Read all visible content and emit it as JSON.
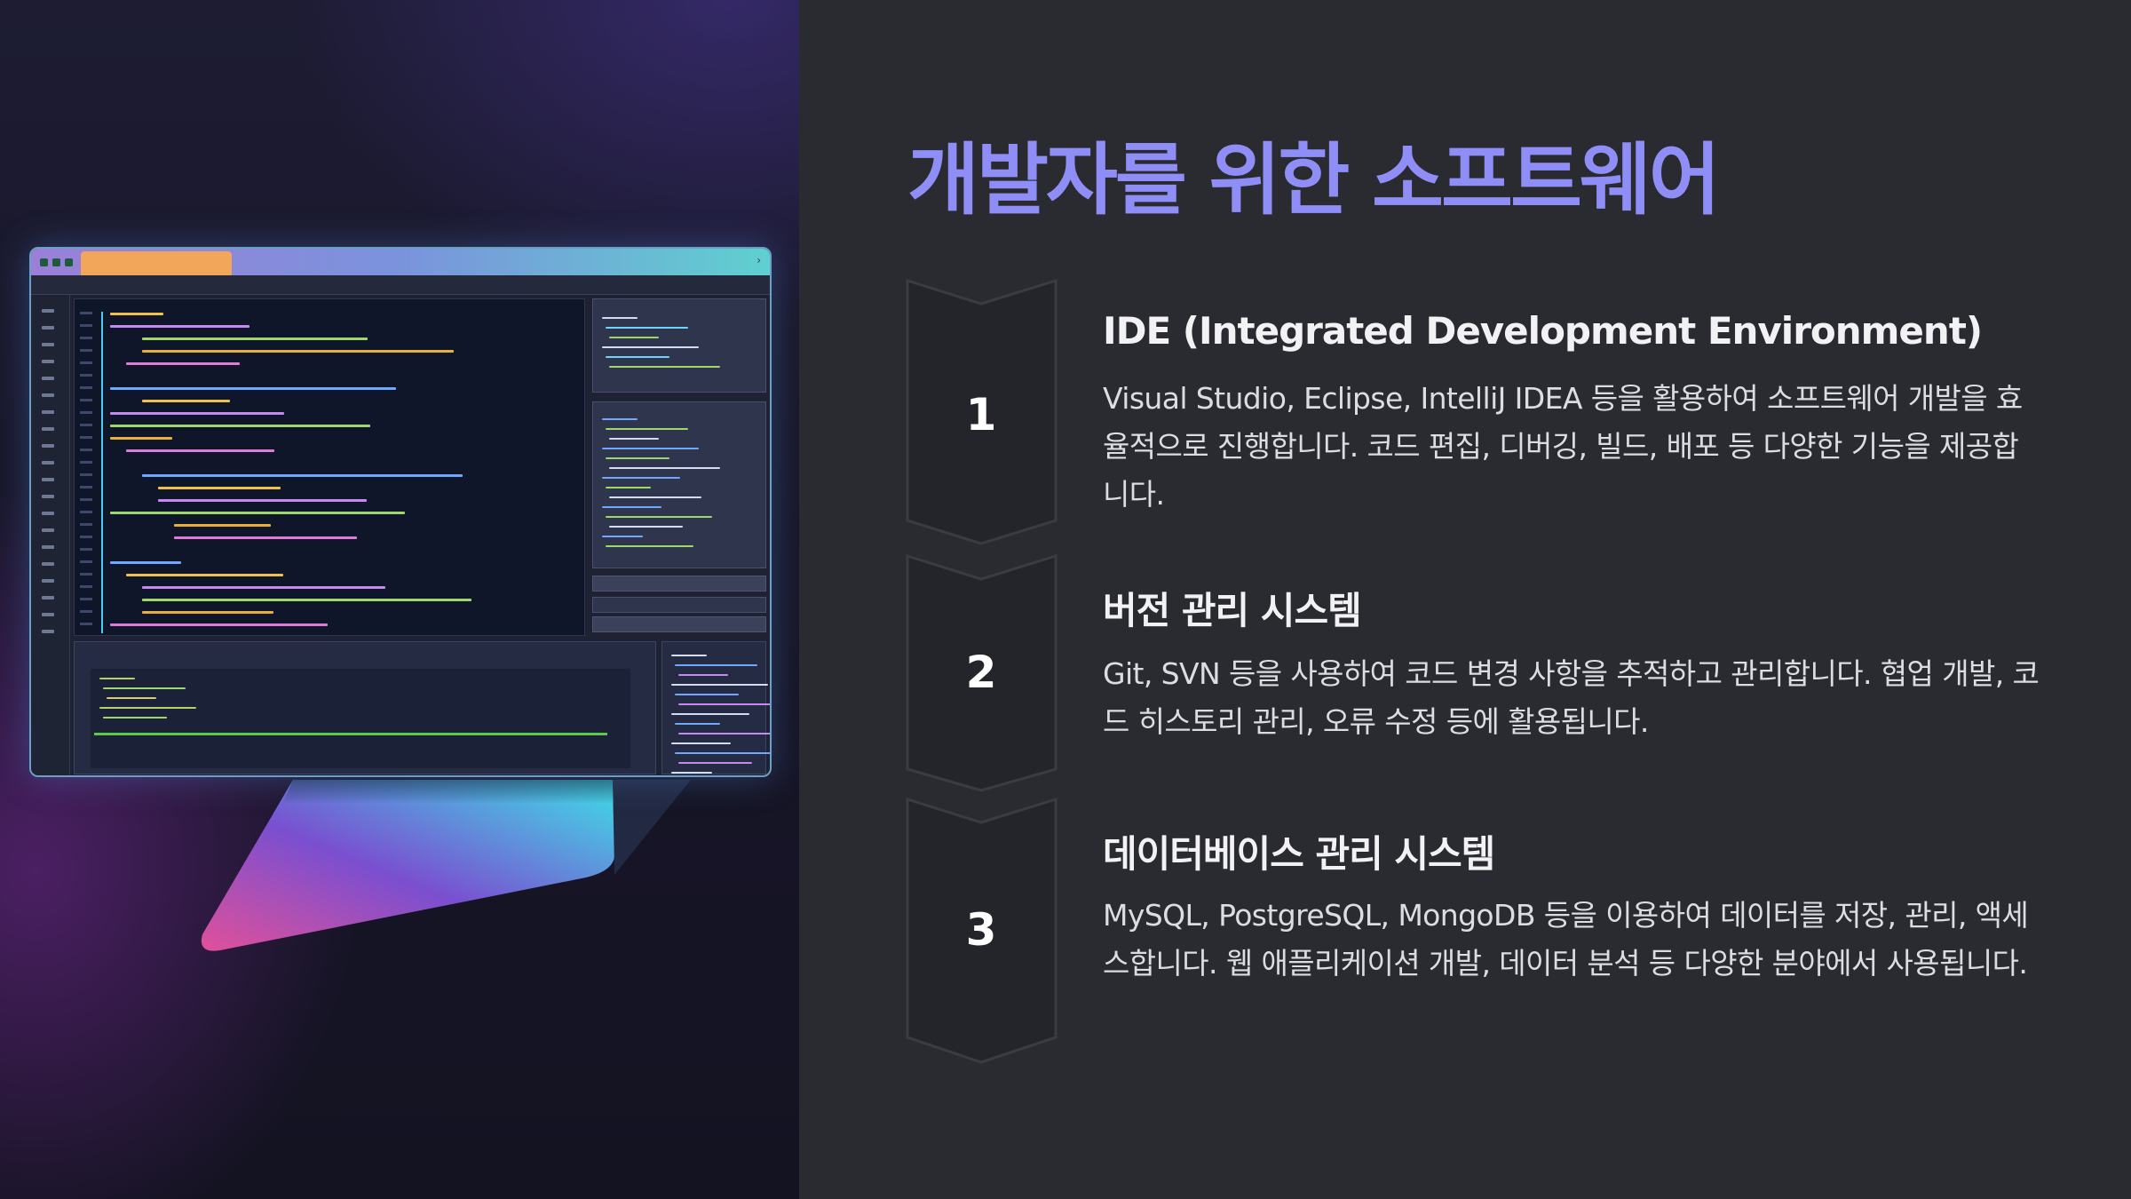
{
  "title": "개발자를 위한 소프트웨어",
  "steps": [
    {
      "number": "1",
      "heading": "IDE (Integrated Development Environment)",
      "description": "Visual Studio, Eclipse, IntelliJ IDEA 등을 활용하여 소프트웨어 개발을 효율적으로 진행합니다. 코드 편집, 디버깅, 빌드, 배포 등 다양한 기능을 제공합니다."
    },
    {
      "number": "2",
      "heading": "버전 관리 시스템",
      "description": "Git, SVN 등을 사용하여 코드 변경 사항을 추적하고 관리합니다. 협업 개발, 코드 히스토리 관리, 오류 수정 등에 활용됩니다."
    },
    {
      "number": "3",
      "heading": "데이터베이스 관리 시스템",
      "description": "MySQL, PostgreSQL, MongoDB 등을 이용하여 데이터를 저장, 관리, 액세스합니다. 웹 애플리케이션 개발, 데이터 분석 등 다양한 분야에서 사용됩니다."
    }
  ],
  "colors": {
    "title": "#8f8df6",
    "background": "#2a2b30",
    "heading": "#f2f2f5",
    "body_text": "#dcdde3",
    "chevron_fill": "#24252a"
  },
  "illustration": {
    "kind": "ide-window-illustration"
  }
}
